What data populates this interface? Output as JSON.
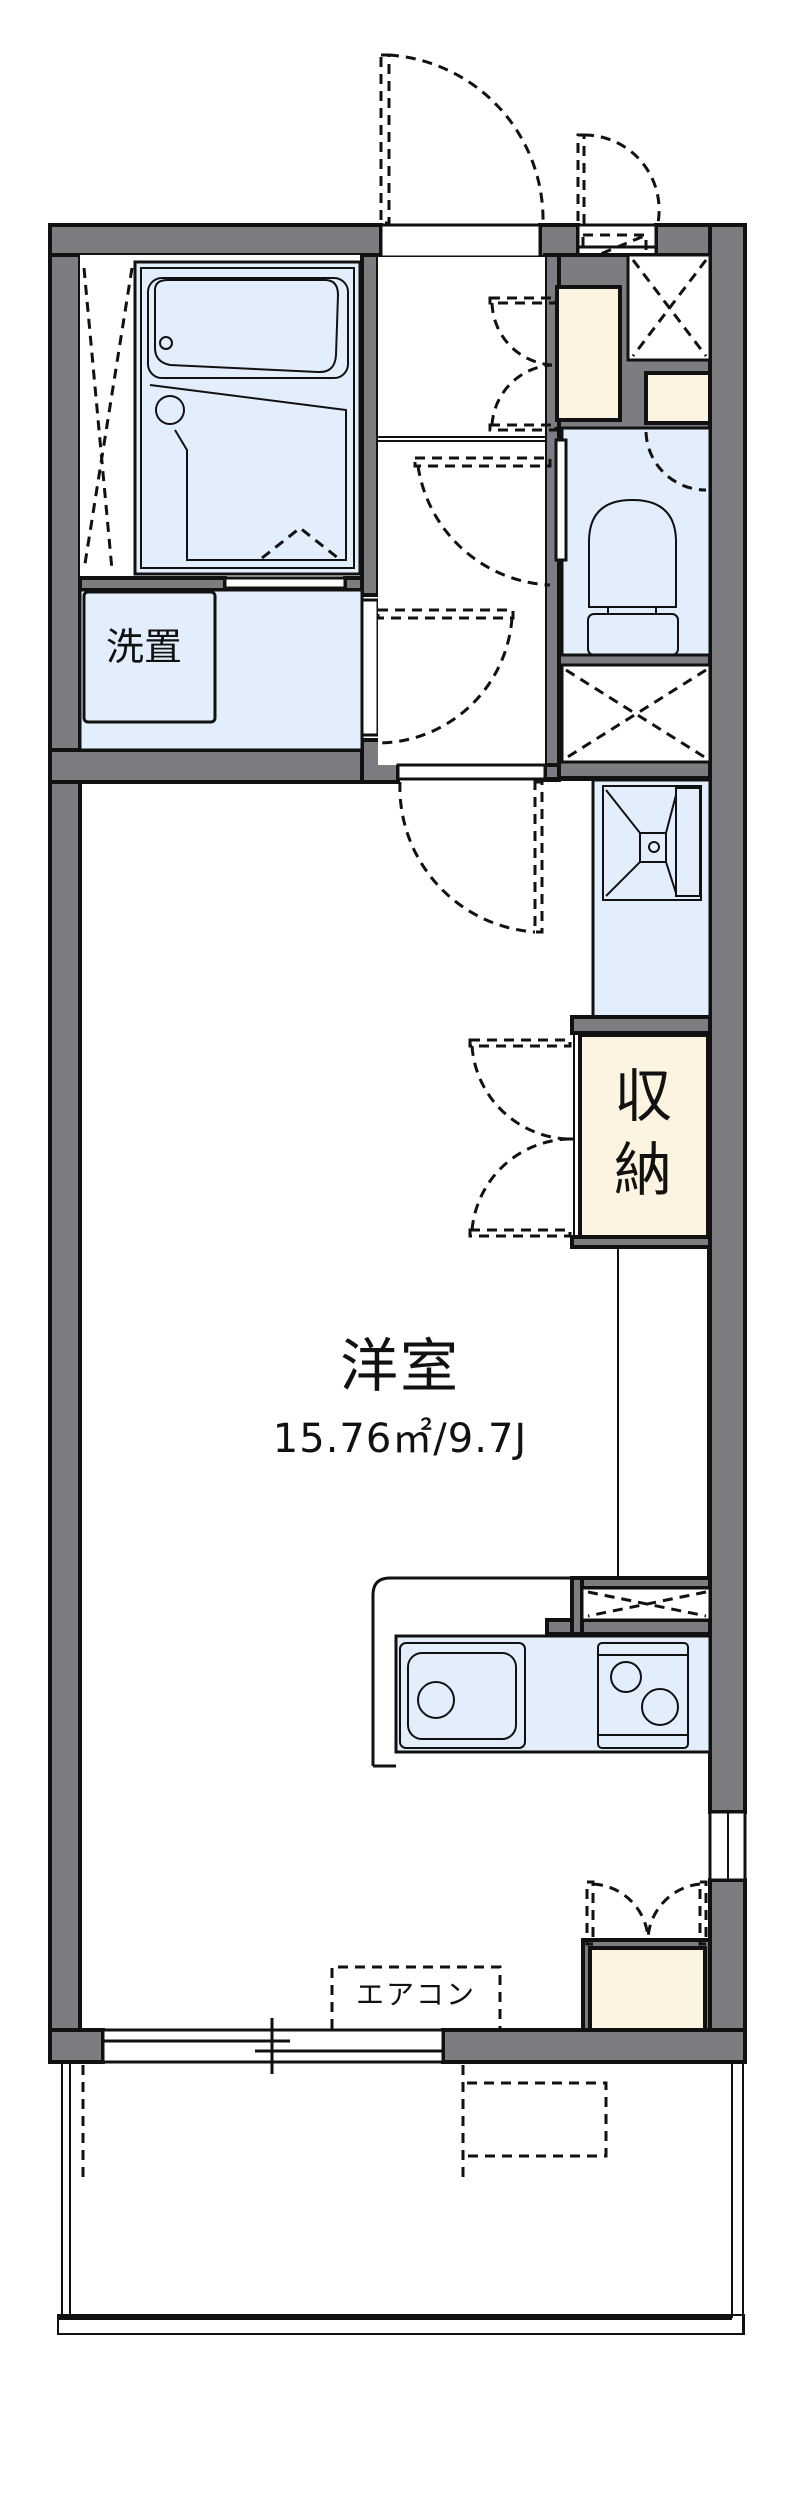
{
  "floor_plan": {
    "rooms": [
      {
        "id": "western_room",
        "label": "洋室",
        "area_text": "15.76㎡/9.7J"
      },
      {
        "id": "washroom",
        "label": "洗置"
      },
      {
        "id": "storage",
        "label_line1": "収",
        "label_line2": "納"
      }
    ],
    "fixtures": {
      "air_conditioner": {
        "label": "エアコン"
      }
    },
    "colors": {
      "wall": "#7d7c81",
      "wet_area": "#e3eefc",
      "storage": "#fdf3e1",
      "line": "#111111",
      "background": "#ffffff"
    }
  }
}
